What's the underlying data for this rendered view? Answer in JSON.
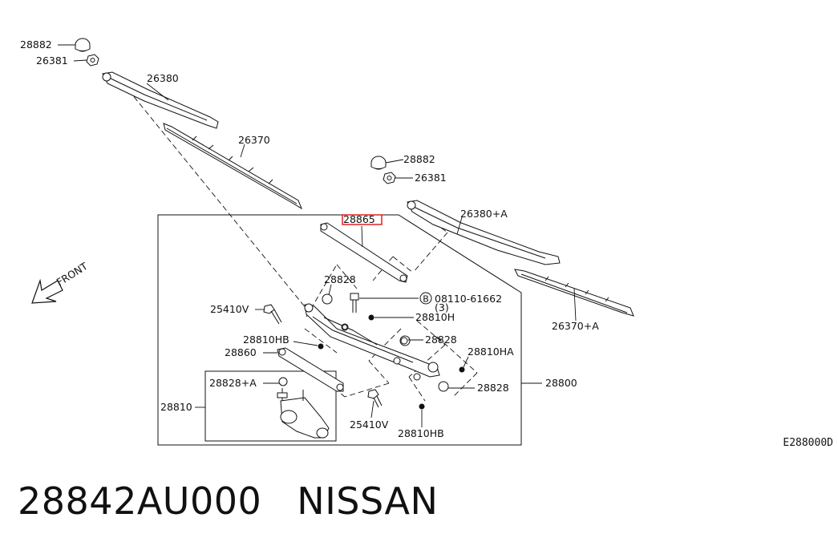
{
  "diagram": {
    "labels": {
      "cap_left": "28882",
      "nut_left": "26381",
      "arm_left": "26380",
      "blade_left": "26370",
      "cap_right": "28882",
      "nut_right": "26381",
      "arm_right": "26380+A",
      "blade_right": "26370+A",
      "link_rod": "28865",
      "pivot_a": "28828",
      "bolt_b": "08110-61662",
      "bolt_b_qty": "(3)",
      "bolt_b_marker": "B",
      "nut_h": "28810H",
      "bolt_left": "25410V",
      "nut_hb_left": "28810HB",
      "pivot_b": "28828",
      "rod_860": "28860",
      "nut_ha": "28810HA",
      "assembly": "28800",
      "pivot_c": "28828",
      "pivot_plus_a": "28828+A",
      "motor": "28810",
      "bolt_bottom": "25410V",
      "nut_hb_bottom": "28810HB",
      "front": "FRONT"
    },
    "highlight_color": "#e01010",
    "highlighted_part": "28865"
  },
  "reference_code": "E288000D",
  "caption": {
    "part_number": "28842AU000",
    "brand": "NISSAN"
  }
}
